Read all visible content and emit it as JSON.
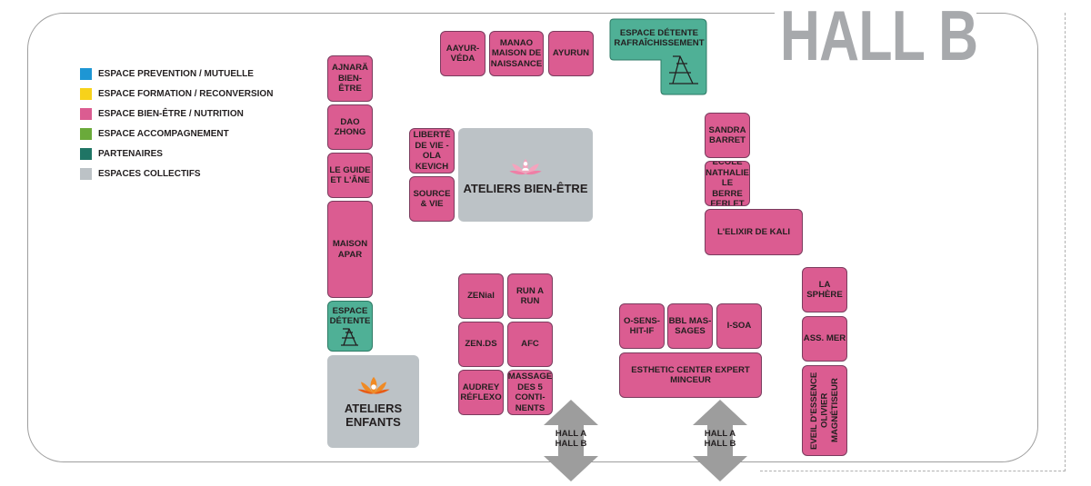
{
  "title": "HALL B",
  "colors": {
    "prevention": "#1e96d4",
    "formation": "#f7d21a",
    "bien_etre": "#db5c91",
    "accompagnement": "#6aaa3a",
    "partenaires": "#1f7565",
    "collectifs": "#bcc2c6",
    "detente": "#4fb096"
  },
  "legend": [
    {
      "label": "ESPACE PREVENTION / MUTUELLE",
      "color": "#1e96d4"
    },
    {
      "label": "ESPACE FORMATION / RECONVERSION",
      "color": "#f7d21a"
    },
    {
      "label": "ESPACE BIEN-ÊTRE / NUTRITION",
      "color": "#db5c91"
    },
    {
      "label": "ESPACE ACCOMPAGNEMENT",
      "color": "#6aaa3a"
    },
    {
      "label": "PARTENAIRES",
      "color": "#1f7565"
    },
    {
      "label": "ESPACES COLLECTIFS",
      "color": "#bcc2c6"
    }
  ],
  "stands": {
    "ajnara": "AJNARÄ BIEN-ÊTRE",
    "dao_zhong": "DAO ZHONG",
    "le_guide": "LE GUIDE ET L'ÂNE",
    "maison_apar": "MAISON APAR",
    "espace_detente_left": "ESPACE DÉTENTE",
    "aayur_veda": "AAYUR-VÉDA",
    "manao": "MANAO MAISON DE NAISSANCE",
    "ayurun": "AYURUN",
    "espace_detente_top": "ESPACE DÉTENTE RAFRAÎCHISSEMENT",
    "liberte": "LIBERTÉ DE VIE - OLA KEVICH",
    "source_vie": "SOURCE & VIE",
    "sandra": "SANDRA BARRET",
    "ecole": "ÉCOLE NATHALIE LE BERRE FERLET",
    "elixir": "L'ELIXIR DE KALI",
    "zenial": "ZENial",
    "run_a_run": "RUN A RUN",
    "zen_ds": "ZEN.DS",
    "afc": "AFC",
    "audrey": "AUDREY RÉFLEXO",
    "massage": "MASSAGE DES 5 CONTI-NENTS",
    "o_sens": "O-SENS-HIT-IF",
    "bbl": "BBL MAS-SAGES",
    "i_soa": "I-SOA",
    "esthetic": "ESTHETIC CENTER EXPERT MINCEUR",
    "la_sphere": "LA SPHÈRE",
    "ass_mer": "ASS. MER",
    "eveil": "EVEIL D'ESSENCE OLIVIER MAGNÉTISEUR"
  },
  "collectifs": {
    "ateliers_bien_etre": "ATELIERS BIEN-ÊTRE",
    "ateliers_enfants": "ATELIERS ENFANTS"
  },
  "passages": {
    "left": "HALL A HALL B",
    "right": "HALL A HALL B"
  }
}
